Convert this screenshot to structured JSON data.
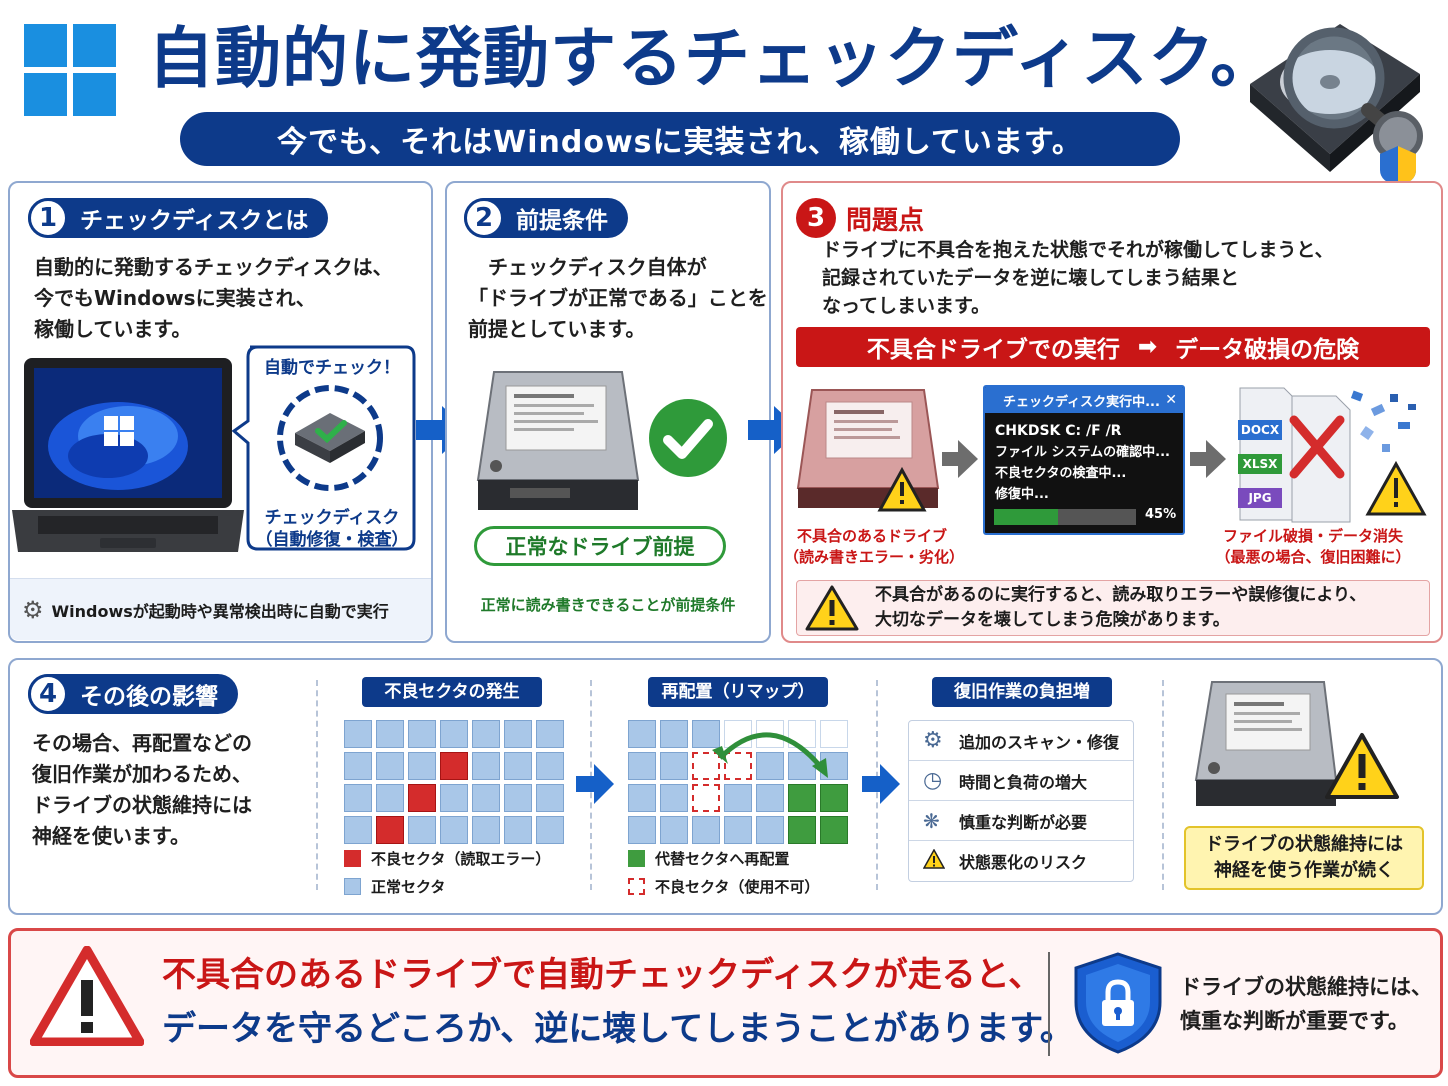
{
  "header": {
    "title": "自動的に発動するチェックディスク。",
    "subtitle": "今でも、それはWindowsに実装され、稼働しています。"
  },
  "s1": {
    "num": "1",
    "title": "チェックディスクとは",
    "body": [
      "自動的に発動するチェックディスクは、",
      "今でもWindowsに実装され、",
      "稼働しています。"
    ],
    "bubble_top": "自動でチェック！",
    "bubble_bottom1": "チェックディスク",
    "bubble_bottom2": "（自動修復・検査）",
    "footer": "Windowsが起動時や異常検出時に自動で実行"
  },
  "s2": {
    "num": "2",
    "title": "前提条件",
    "body": [
      "　チェックディスク自体が",
      "「ドライブが正常である」ことを",
      "前提としています。"
    ],
    "badge": "正常なドライブ前提",
    "footer": "正常に読み書きできることが前提条件"
  },
  "s3": {
    "num": "3",
    "title": "問題点",
    "body": [
      "ドライブに不具合を抱えた状態でそれが稼働してしまうと、",
      "記録されていたデータを逆に壊してしまう結果と",
      "なってしまいます。"
    ],
    "banner_left": "不具合ドライブでの実行",
    "banner_arrow": "➡",
    "banner_right": "データ破損の危険",
    "window_title": "チェックディスク実行中...",
    "window_close": "✕",
    "console": [
      "CHKDSK C: /F /R",
      "ファイル システムの確認中...",
      "不良セクタの検査中...",
      "修復中..."
    ],
    "progress_percent": 45,
    "progress_label": "45%",
    "drive_caption1": "不具合のあるドライブ",
    "drive_caption2": "（読み書きエラー・劣化）",
    "files": [
      "DOCX",
      "XLSX",
      "JPG"
    ],
    "file_caption1": "ファイル破損・データ消失",
    "file_caption2": "（最悪の場合、復旧困難に）",
    "warning1": "不具合があるのに実行すると、読み取りエラーや誤修復により、",
    "warning2": "大切なデータを壊してしまう危険があります。"
  },
  "s4": {
    "num": "4",
    "title": "その後の影響",
    "body": [
      "その場合、再配置などの",
      "復旧作業が加わるため、",
      "ドライブの状態維持には",
      "神経を使います。"
    ],
    "panel1_title": "不良セクタの発生",
    "panel1_legend": [
      "不良セクタ（読取エラー）",
      "正常セクタ"
    ],
    "panel2_title": "再配置（リマップ）",
    "panel2_legend": [
      "代替セクタへ再配置",
      "不良セクタ（使用不可）"
    ],
    "panel3_title": "復旧作業の負担増",
    "panel3_items": [
      "追加のスキャン・修復",
      "時間と負荷の増大",
      "慎重な判断が必要",
      "状態悪化のリスク"
    ],
    "note1": "ドライブの状態維持には",
    "note2": "神経を使う作業が続く"
  },
  "footer": {
    "line1": "不具合のあるドライブで自動チェックディスクが走ると、",
    "line2": "データを守るどころか、逆に壊してしまうことがあります。",
    "right1": "ドライブの状態維持には、",
    "right2": "慎重な判断が重要です。"
  },
  "colors": {
    "navy": "#0d3a8a",
    "red": "#c91616",
    "green": "#2f9a3a",
    "yellow": "#ffd21a"
  }
}
